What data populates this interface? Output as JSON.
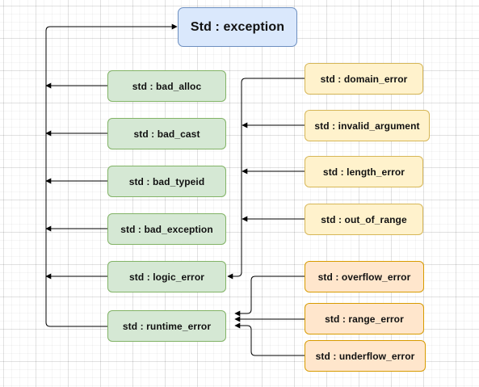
{
  "diagram": {
    "root": {
      "label": "Std : exception"
    },
    "left_nodes": [
      {
        "id": "bad_alloc",
        "label": "std : bad_alloc"
      },
      {
        "id": "bad_cast",
        "label": "std : bad_cast"
      },
      {
        "id": "bad_typeid",
        "label": "std : bad_typeid"
      },
      {
        "id": "bad_exception",
        "label": "std : bad_exception"
      },
      {
        "id": "logic_error",
        "label": "std : logic_error"
      },
      {
        "id": "runtime_error",
        "label": "std : runtime_error"
      }
    ],
    "logic_children": [
      {
        "id": "domain_error",
        "label": "std : domain_error"
      },
      {
        "id": "invalid_argument",
        "label": "std : invalid_argument"
      },
      {
        "id": "length_error",
        "label": "std : length_error"
      },
      {
        "id": "out_of_range",
        "label": "std : out_of_range"
      }
    ],
    "runtime_children": [
      {
        "id": "overflow_error",
        "label": "std : overflow_error"
      },
      {
        "id": "range_error",
        "label": "std : range_error"
      },
      {
        "id": "underflow_error",
        "label": "std : underflow_error"
      }
    ],
    "colors": {
      "root_fill": "#dae8fc",
      "root_border": "#6c8ebf",
      "green_fill": "#d5e8d4",
      "green_border": "#82b366",
      "yellow_fill": "#fff2cc",
      "yellow_border": "#d6b656",
      "orange_fill": "#ffe6cc",
      "orange_border": "#d79b00",
      "edge": "#000000"
    }
  }
}
